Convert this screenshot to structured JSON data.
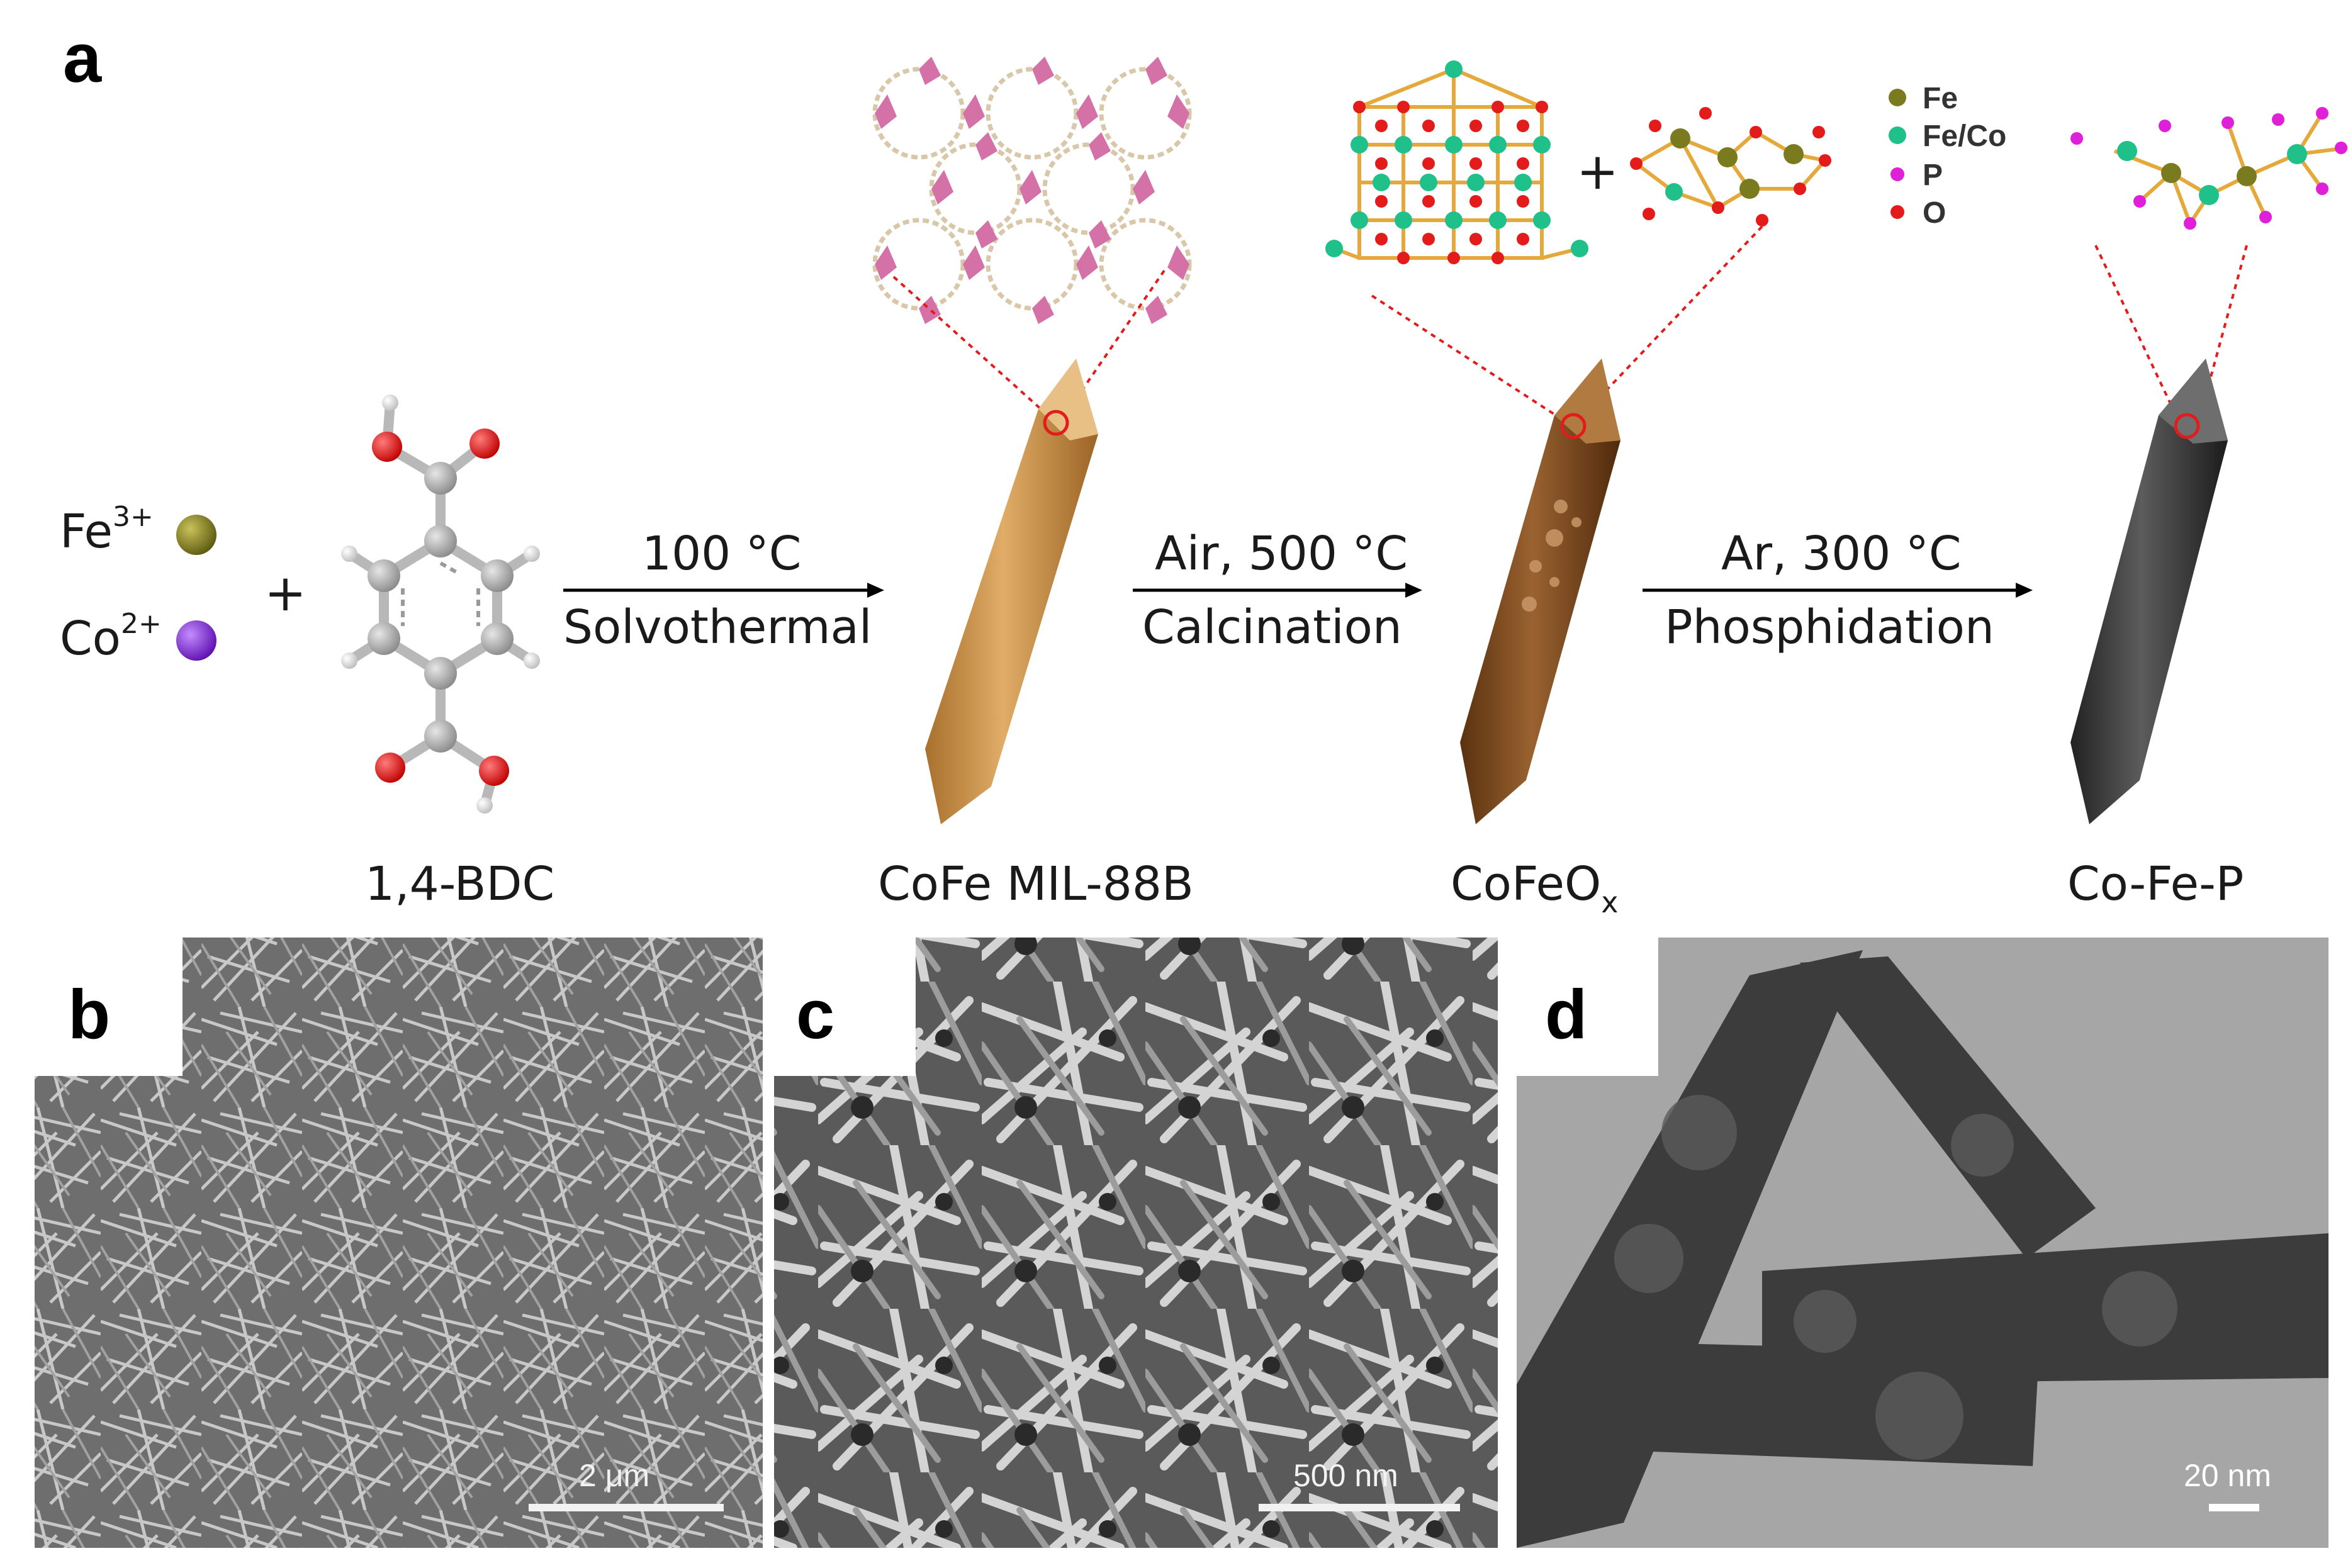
{
  "panels": {
    "a": "a",
    "b": "b",
    "c": "c",
    "d": "d"
  },
  "ions": {
    "fe": "Fe",
    "fe_sup": "3+",
    "co": "Co",
    "co_sup": "2+",
    "plus": "+"
  },
  "steps": [
    {
      "top": "100 °C",
      "bottom": "Solvothermal"
    },
    {
      "top": "Air, 500 °C",
      "bottom": "Calcination"
    },
    {
      "top": "Ar, 300 °C",
      "bottom": "Phosphidation"
    }
  ],
  "names": {
    "linker": "1,4-BDC",
    "mof": "CoFe MIL-88B",
    "oxide": "CoFeO",
    "oxide_sub": "x",
    "phosphide": "Co-Fe-P"
  },
  "legend": [
    {
      "label": "Fe",
      "color": "#7a7a1e"
    },
    {
      "label": "Fe/Co",
      "color": "#1fc08a"
    },
    {
      "label": "P",
      "color": "#e020d8"
    },
    {
      "label": "O",
      "color": "#e31b1b"
    }
  ],
  "oxide_plus": "+",
  "scale_bars": {
    "b": "2 μm",
    "c": "500 nm",
    "d": "20 nm"
  },
  "colors": {
    "fe_ion": "#7f7a1a",
    "co_ion": "#8a2be2",
    "mof_rod": "#c8914a",
    "oxide_rod": "#7a4a1e",
    "phosphide_rod": "#3a3a3a",
    "highlight": "#e31b1b"
  }
}
